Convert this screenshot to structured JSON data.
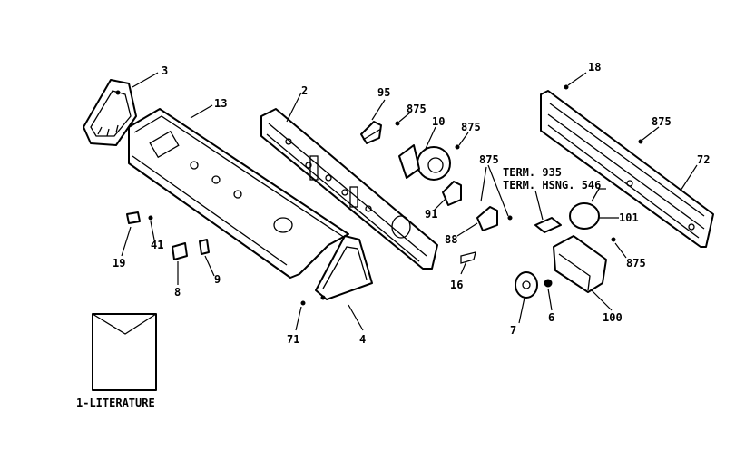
{
  "labels": {
    "p2": "2",
    "p3": "3",
    "p4": "4",
    "p6": "6",
    "p7": "7",
    "p8": "8",
    "p9": "9",
    "p10": "10",
    "p13": "13",
    "p16": "16",
    "p18": "18",
    "p19": "19",
    "p41": "41",
    "p71": "71",
    "p72": "72",
    "p88": "88",
    "p91": "91",
    "p95": "95",
    "p100": "100",
    "p101": "101",
    "p875a": "875",
    "p875b": "875",
    "p875c": "875",
    "p875d": "875",
    "p875e": "875",
    "term1": "TERM. 935",
    "term2": "TERM. HSNG. 546",
    "literature": "1-LITERATURE"
  }
}
